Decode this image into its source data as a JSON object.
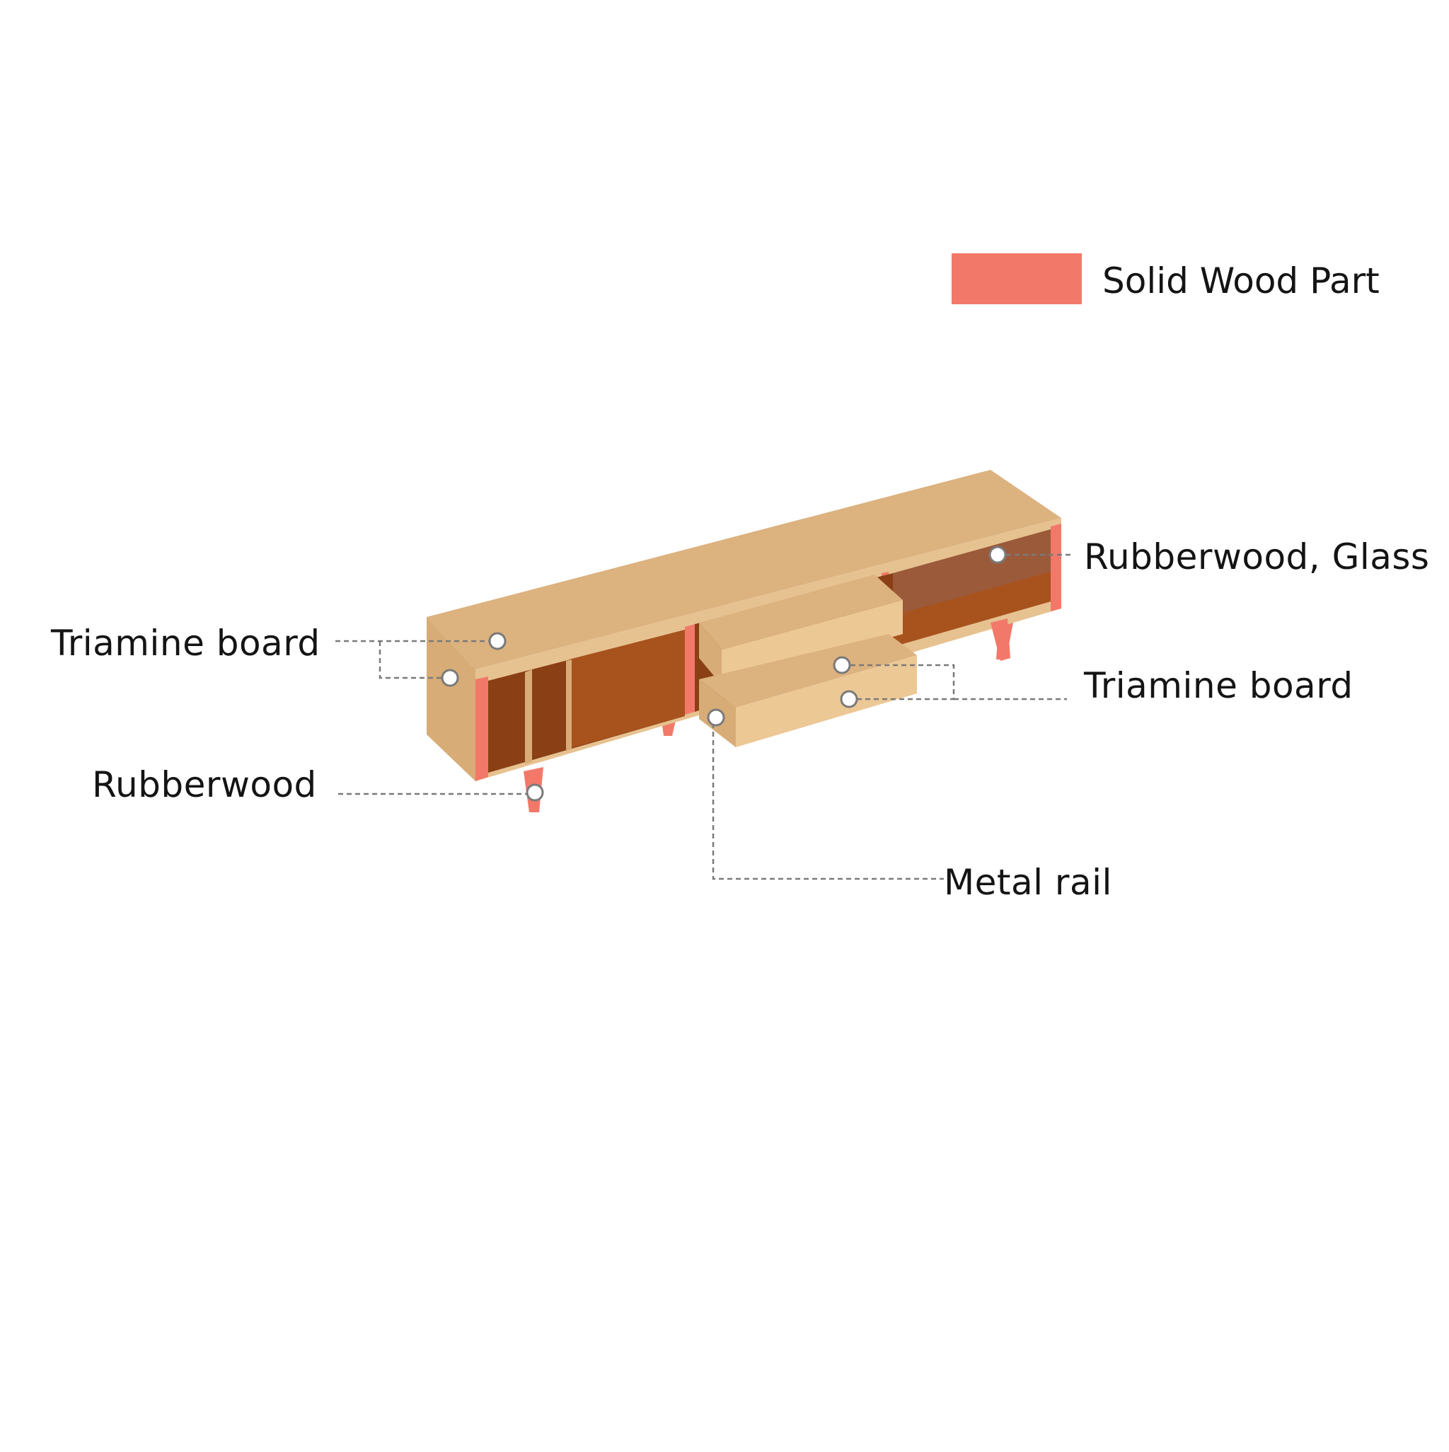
{
  "colors": {
    "solid_wood": "#f2796a",
    "wood_top": "#dcb27f",
    "wood_front": "#e7c291",
    "wood_side": "#d7ac77",
    "interior": "#8a3f14",
    "interior_back": "#a8521d",
    "glass": "#9b5a3a",
    "drawer_front": "#ecc895",
    "leader": "#7a7a7a",
    "text": "#141414"
  },
  "legend": {
    "label": "Solid Wood Part",
    "color": "#f2796a"
  },
  "callouts": {
    "top_left_board": "Triamine board",
    "legs": "Rubberwood",
    "glass_compartment": "Rubberwood, Glass",
    "drawers_board": "Triamine board",
    "drawer_rail": "Metal rail"
  }
}
